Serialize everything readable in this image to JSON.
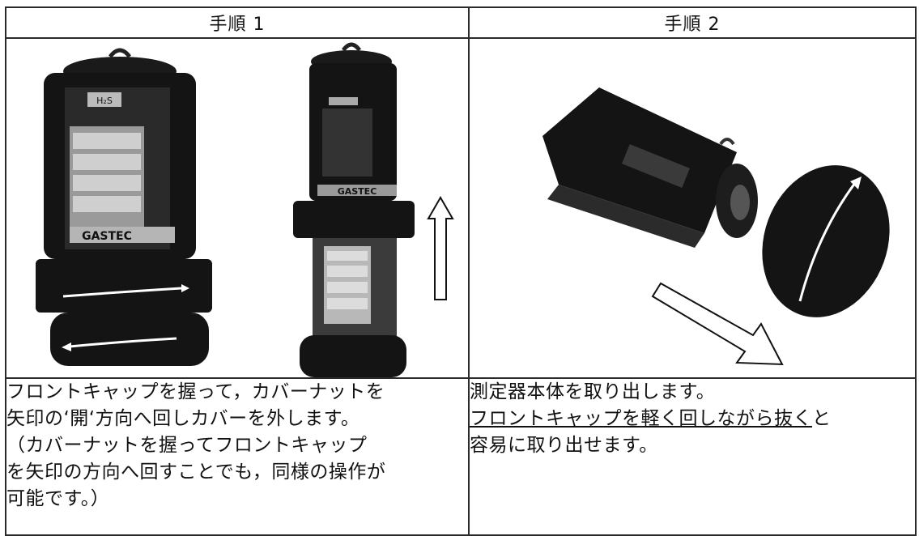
{
  "columns": [
    {
      "header": "手順 1",
      "illustration": "gas-detector-cover-nut-removal",
      "instructions": [
        "フロントキャップを握って，カバーナットを",
        "矢印の‘開‘方向へ回しカバーを外します。",
        "（カバーナットを握ってフロントキャップ",
        "を矢印の方向へ回すことでも，同様の操作が",
        "可能です。）"
      ],
      "device_labels": {
        "badge": "H₂S",
        "brand": "GASTEC",
        "brand_short": "GASTEC"
      }
    },
    {
      "header": "手順 2",
      "illustration": "detector-body-extraction",
      "instructions": [
        "測定器本体を取り出します。"
      ],
      "underlined_line": {
        "underlined_1": "フロントキャップを軽く回しながら抜く",
        "plain": "と"
      },
      "instructions_after": [
        "容易に取り出せます。"
      ]
    }
  ],
  "colors": {
    "ink": "#111111",
    "device": "#141414",
    "border": "#2a2a2a"
  }
}
